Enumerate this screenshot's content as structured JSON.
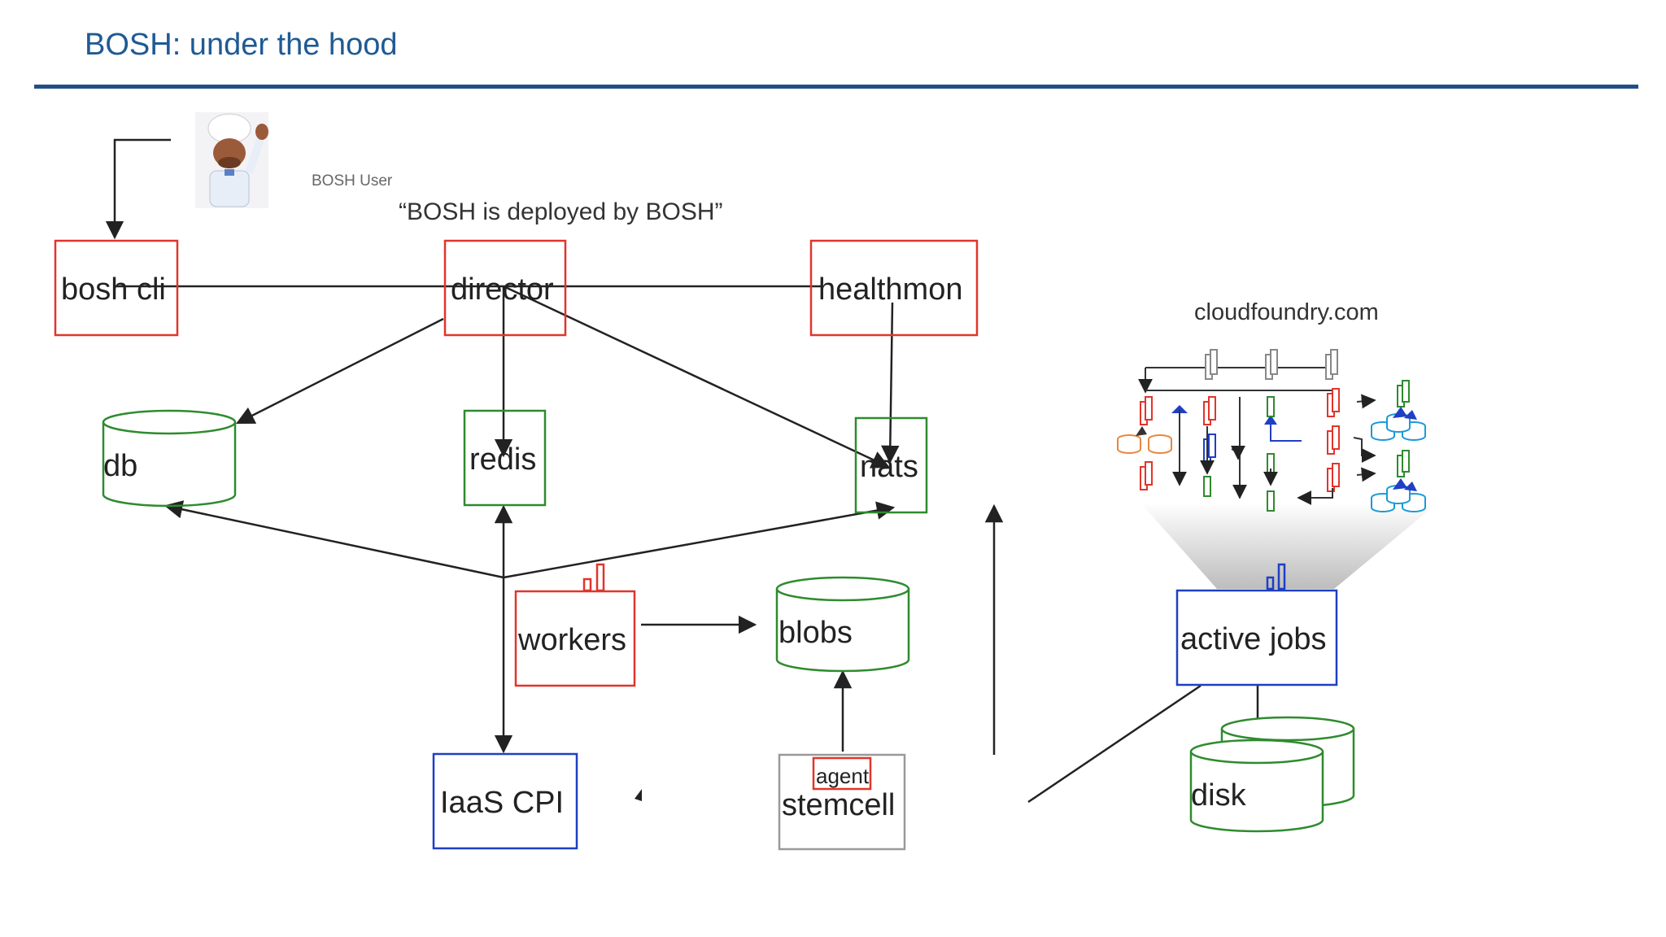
{
  "title": "BOSH: under the hood",
  "user_label": "BOSH User",
  "quote": "“BOSH is deployed by BOSH”",
  "site_label": "cloudfoundry.com",
  "colors": {
    "title": "#1f5a93",
    "rule": "#1f4f86",
    "red_box": "#e0352b",
    "green_box": "#2e8b2e",
    "blue_box": "#1f3fc4",
    "gray_box": "#999999",
    "arrow": "#222222"
  },
  "components": {
    "bosh_cli": "bosh cli",
    "director": "director",
    "healthmon": "healthmon",
    "db": "db",
    "redis": "redis",
    "nats": "nats",
    "workers": "workers",
    "blobs": "blobs",
    "iaas_cpi": "IaaS CPI",
    "agent": "agent",
    "stemcell": "stemcell",
    "active_jobs": "active jobs",
    "disk": "disk"
  },
  "icons": {
    "user": "chef-avatar-icon",
    "activity": "bar-chart-icon",
    "cluster": "vm-cluster-icon"
  }
}
